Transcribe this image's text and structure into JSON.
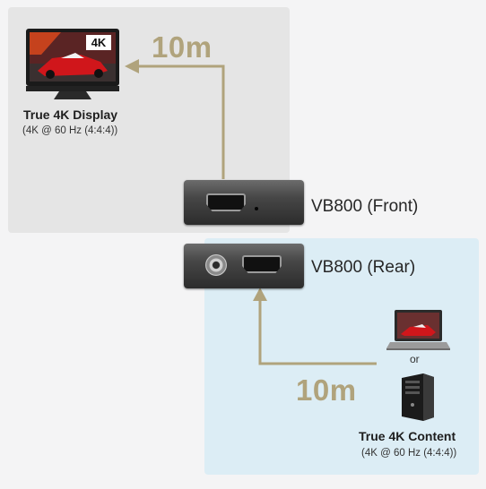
{
  "distances": {
    "display_cable": "10m",
    "source_cable": "10m"
  },
  "display": {
    "title": "True 4K Display",
    "spec": "(4K @ 60 Hz (4:4:4))",
    "badge": "4K"
  },
  "content": {
    "title": "True 4K Content",
    "spec": "(4K @ 60 Hz (4:4:4))",
    "or_text": "or"
  },
  "devices": {
    "front_label": "VB800 (Front)",
    "rear_label": "VB800 (Rear)"
  },
  "colors": {
    "arrow": "#b0a37c",
    "top_panel": "#e5e5e5",
    "bottom_panel": "#dcedf5"
  },
  "icons": [
    "monitor-icon",
    "laptop-icon",
    "desktop-tower-icon",
    "hdmi-port-icon",
    "bnc-port-icon"
  ]
}
